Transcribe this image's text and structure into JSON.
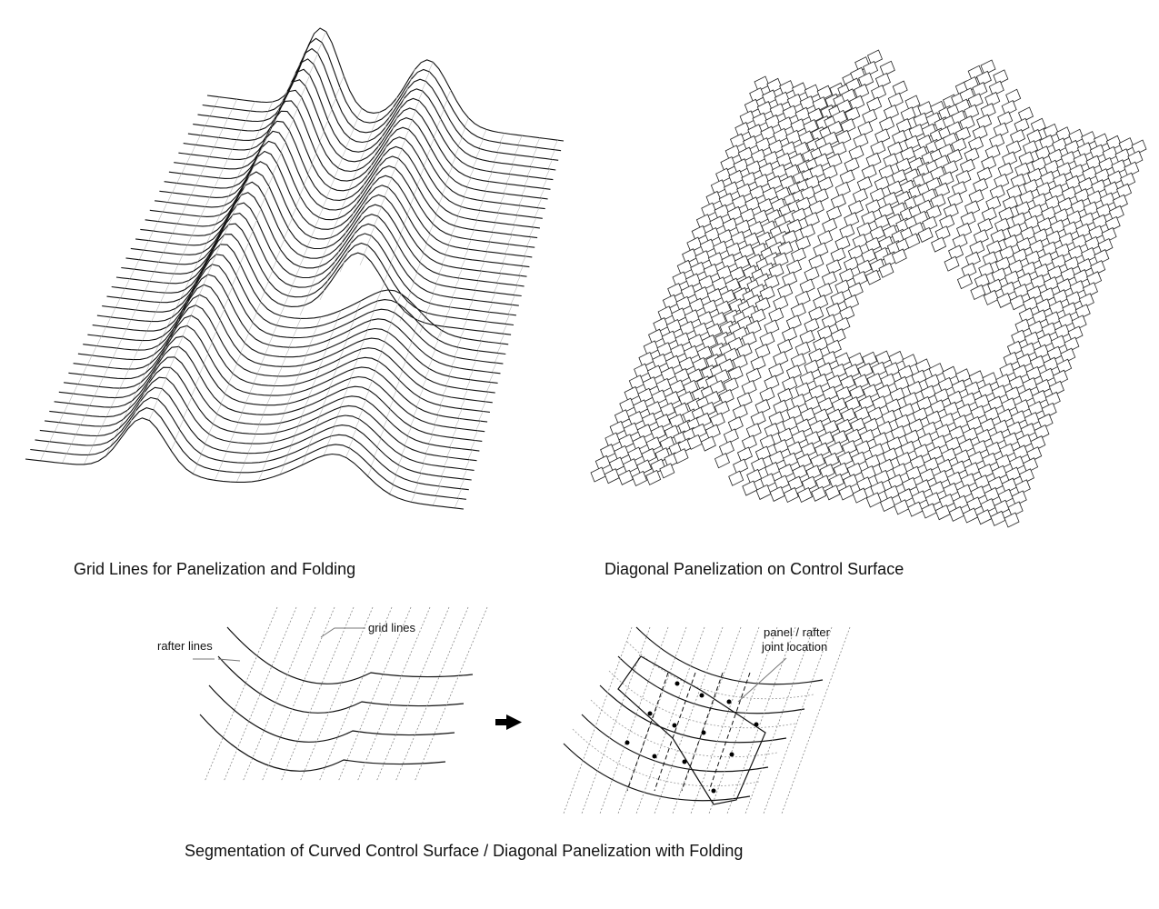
{
  "captions": {
    "grid_lines": "Grid Lines for Panelization and Folding",
    "diagonal": "Diagonal Panelization on Control Surface",
    "segmentation": "Segmentation of Curved Control Surface / Diagonal Panelization with Folding"
  },
  "labels": {
    "grid_lines": "grid lines",
    "rafter_lines": "rafter lines",
    "joint_1": "panel / rafter",
    "joint_2": "joint location"
  }
}
